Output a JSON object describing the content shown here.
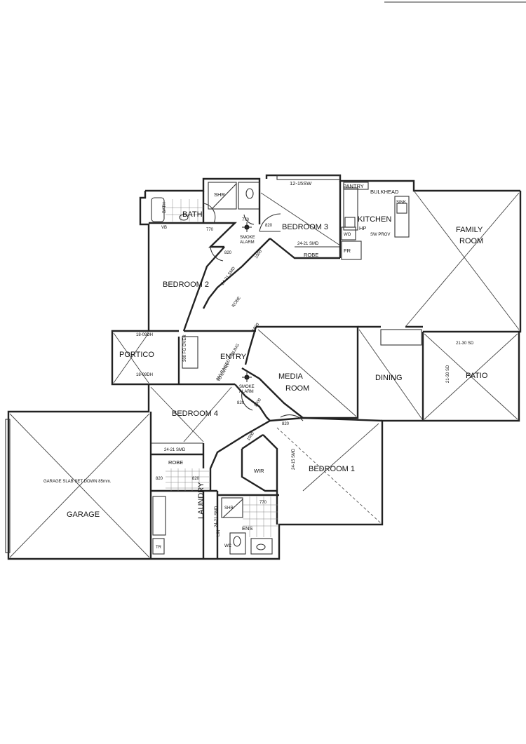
{
  "rooms": {
    "bath": "BATH",
    "bath_tub": "BATH",
    "shr": "SHR",
    "bedroom3": "BEDROOM 3",
    "pantry": "PANTRY",
    "bulkhead": "BULKHEAD",
    "kitchen": "KITCHEN",
    "hp": "HP",
    "sw_prov": "SW PROV",
    "sink": "SINK",
    "family_line1": "FAMILY",
    "family_line2": "ROOM",
    "bedroom2": "BEDROOM 2",
    "robe_b3": "ROBE",
    "wo": "WO",
    "fr": "FR",
    "portico": "PORTICO",
    "entry": "ENTRY",
    "media_line1": "MEDIA",
    "media_line2": "ROOM",
    "dining": "DINING",
    "patio": "PATIO",
    "bedroom4": "BEDROOM 4",
    "robe_b4": "ROBE",
    "garage": "GARAGE",
    "garage_note": "GARAGE SLAB SET DOWN 85mm.",
    "laundry": "LAUNDRY",
    "wir": "WIR",
    "bedroom1": "BEDROOM 1",
    "ens": "ENS",
    "shr_ens": "SHR",
    "wc": "WC",
    "linen": "LIN"
  },
  "labels": {
    "window_top": "12-15SW",
    "vb": "VB",
    "d770a": "770",
    "d770b": "770",
    "d820_b3": "820",
    "d820_b2": "820",
    "d1000_hall": "1000",
    "smoke1_line1": "SMOKE",
    "smoke1_line2": "ALARM",
    "b3_robe_door": "24-21 SMD",
    "hall_robe_door": "24-21 SMD",
    "robe_hall": "ROBE",
    "d1000_entry": "1000",
    "portico_win_top": "18-09DH",
    "portico_win_bottom": "18-09DH",
    "fg_over": "300 FG OVER",
    "raised_ceiling_line1": "300 RAISED CEILING",
    "raised_ceiling_line2": "TO ENTRY",
    "patio_door": "21-30 SD",
    "patio_door2": "21-30 SD",
    "smoke2_line1": "SMOKE",
    "smoke2_line2": "ALARM",
    "d820_b4": "820",
    "d1000_b4": "1000",
    "d820_b1": "820",
    "d1000_b1": "1000",
    "b4_robe_door": "24-21 SMD",
    "wir_door": "24-15 SMD",
    "d820_l1": "820",
    "d820_l2": "820",
    "d770_ens": "770",
    "l_door": "24-21 SMD",
    "tr": "TR"
  }
}
